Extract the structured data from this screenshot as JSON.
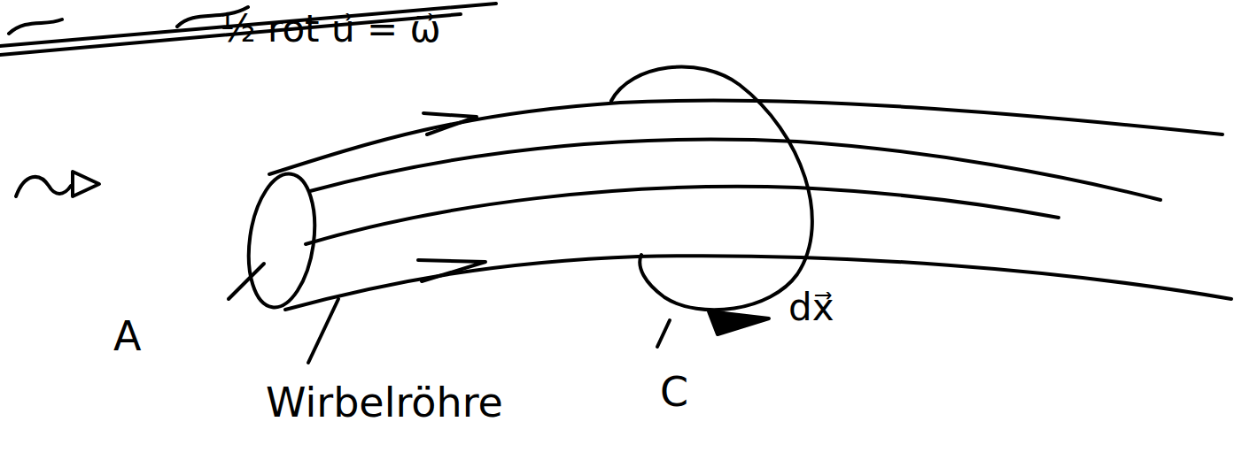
{
  "diagram": {
    "labels": [
      "½ rot u⃗ = ω⃗",
      "A",
      "Wirbelröhre",
      "C",
      "dx⃗"
    ]
  }
}
